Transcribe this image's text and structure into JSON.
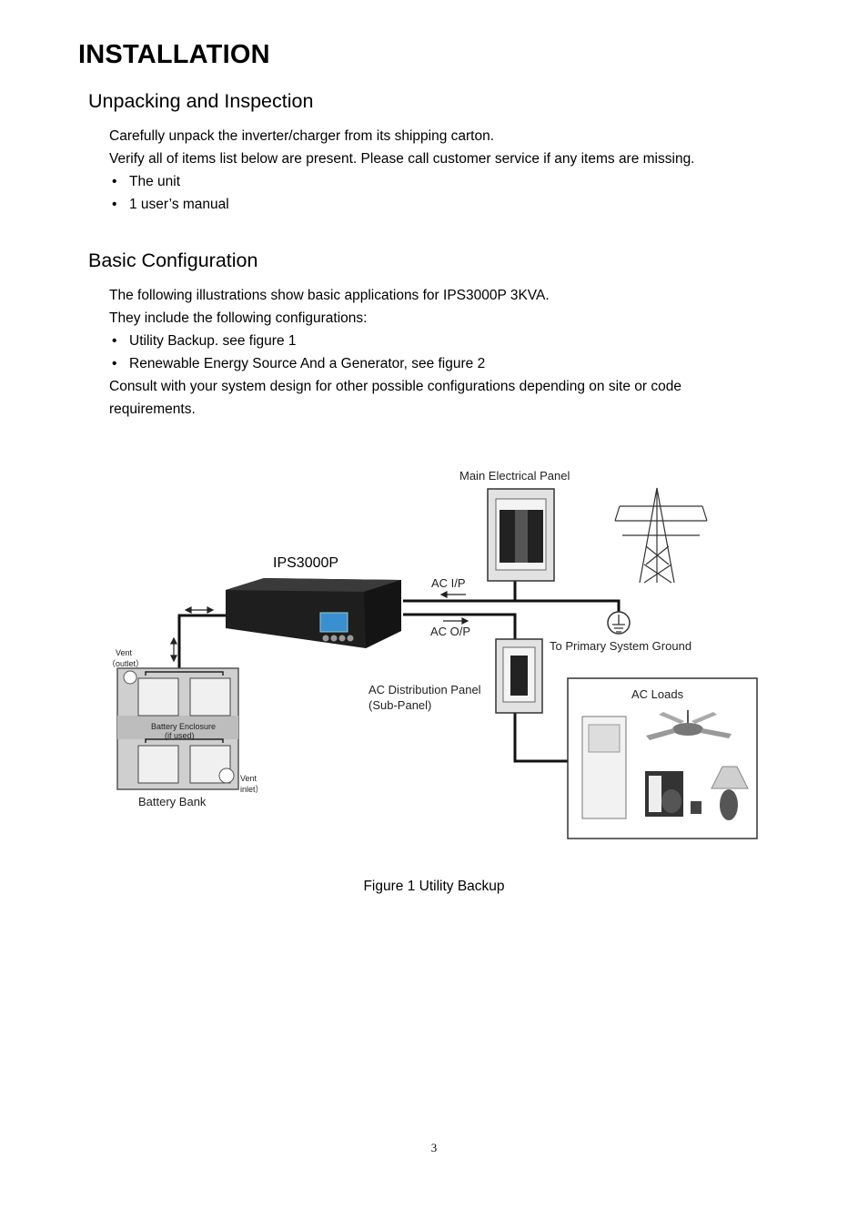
{
  "heading": "INSTALLATION",
  "unpacking": {
    "title": "Unpacking and Inspection",
    "lines": [
      "Carefully unpack the inverter/charger from its shipping carton.",
      "Verify all of items list below are present. Please call customer service if any items are missing."
    ],
    "items": [
      "The unit",
      "1 user’s manual"
    ]
  },
  "basic_config": {
    "title": "Basic Configuration",
    "lines": [
      "The following illustrations show basic applications for IPS3000P 3KVA.",
      "They include the following configurations:"
    ],
    "items": [
      "Utility Backup. see figure 1",
      "Renewable Energy Source And a Generator, see figure 2"
    ],
    "closing": "Consult with your system design for other possible configurations depending on site or code requirements."
  },
  "figure": {
    "main_panel": "Main Electrical Panel",
    "unit": "IPS3000P",
    "ac_ip": "AC I/P",
    "ac_op": "AC O/P",
    "ground": "To Primary System Ground",
    "sub_panel_line1": "AC Distribution Panel",
    "sub_panel_line2": "(Sub-Panel)",
    "ac_loads": "AC Loads",
    "vent_outlet_1": "Vent",
    "vent_outlet_2": "（outlet）",
    "enclosure_1": "Battery Enclosure",
    "enclosure_2": "(if used)",
    "vent_inlet_1": "Vent",
    "vent_inlet_2": "inlet）",
    "battery_bank": "Battery Bank",
    "caption": "Figure 1 Utility Backup"
  },
  "page_number": "3"
}
